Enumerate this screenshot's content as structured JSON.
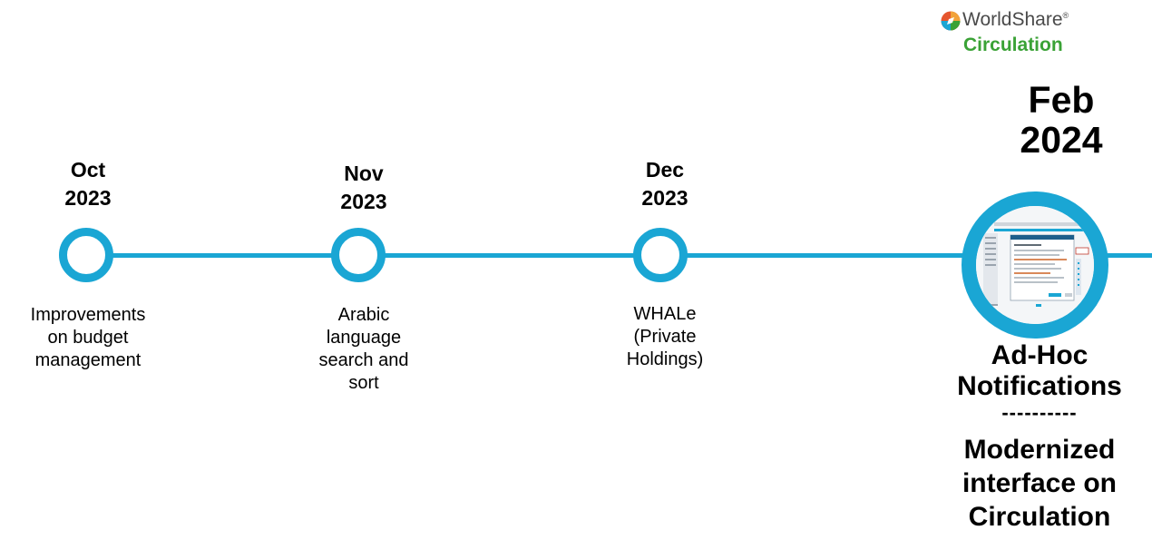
{
  "logo": {
    "brand": "WorldShare",
    "reg_mark": "®",
    "product": "Circulation"
  },
  "timeline": {
    "line_color": "#1aa6d4",
    "milestones": [
      {
        "date": "Oct\n2023",
        "description": "Improvements\non budget\nmanagement"
      },
      {
        "date": "Nov\n2023",
        "description": "Arabic\nlanguage\nsearch and\nsort"
      },
      {
        "date": "Dec\n2023",
        "description": "WHALe\n(Private\nHoldings)"
      }
    ],
    "featured": {
      "date": "Feb\n2024",
      "title": "Ad-Hoc\nNotifications",
      "divider": "----------",
      "title2": "Modernized\ninterface on\nCirculation"
    }
  }
}
